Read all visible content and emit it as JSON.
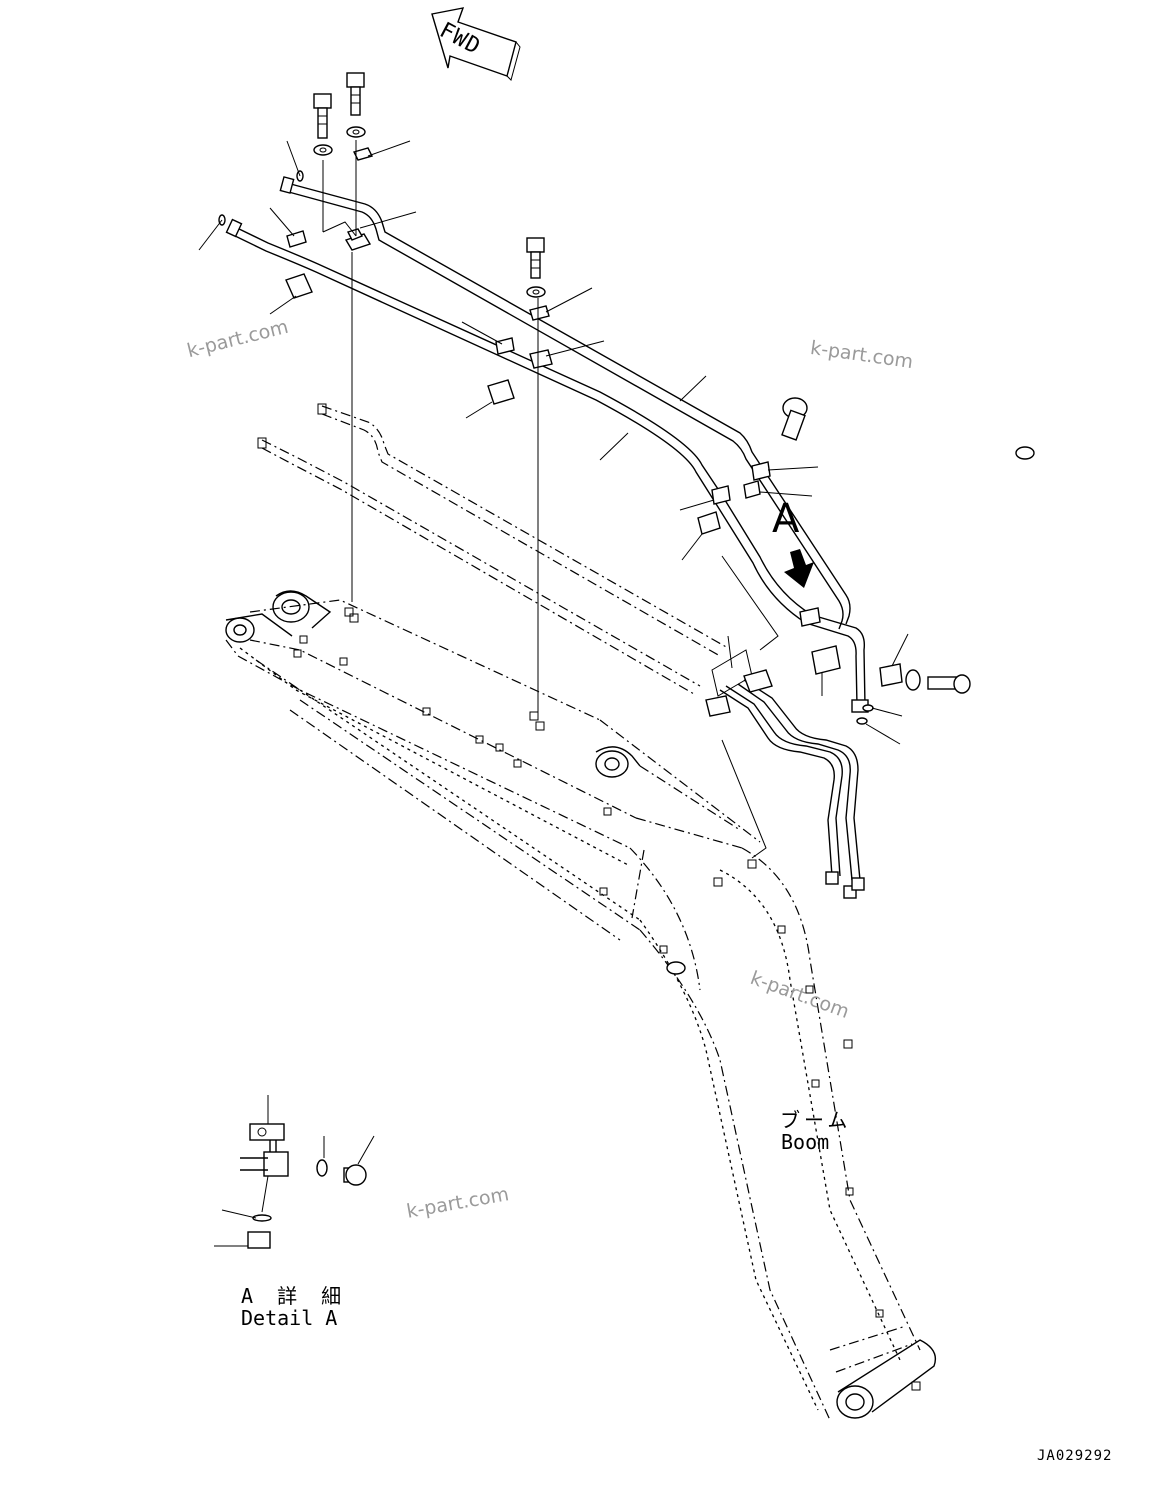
{
  "diagram": {
    "direction_tag": "FWD",
    "view_marker": "A",
    "boom_label_jp": "ブーム",
    "boom_label_en": "Boom",
    "detail_label_jp": "A 詳 細",
    "detail_label_en": "Detail A",
    "drawing_code": "JA029292",
    "watermark": "k-part.com"
  }
}
